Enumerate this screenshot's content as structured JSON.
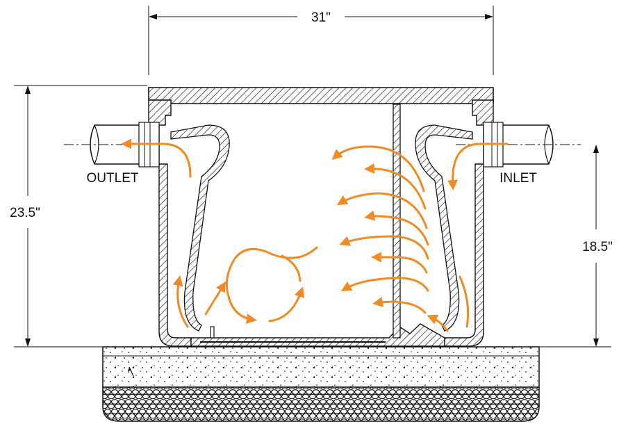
{
  "labels": {
    "top_width": "31\"",
    "left_height": "23.5\"",
    "right_height": "18.5\"",
    "outlet": "OUTLET",
    "inlet": "INLET"
  },
  "colors": {
    "flow": "#f08a24",
    "line": "#111111"
  }
}
